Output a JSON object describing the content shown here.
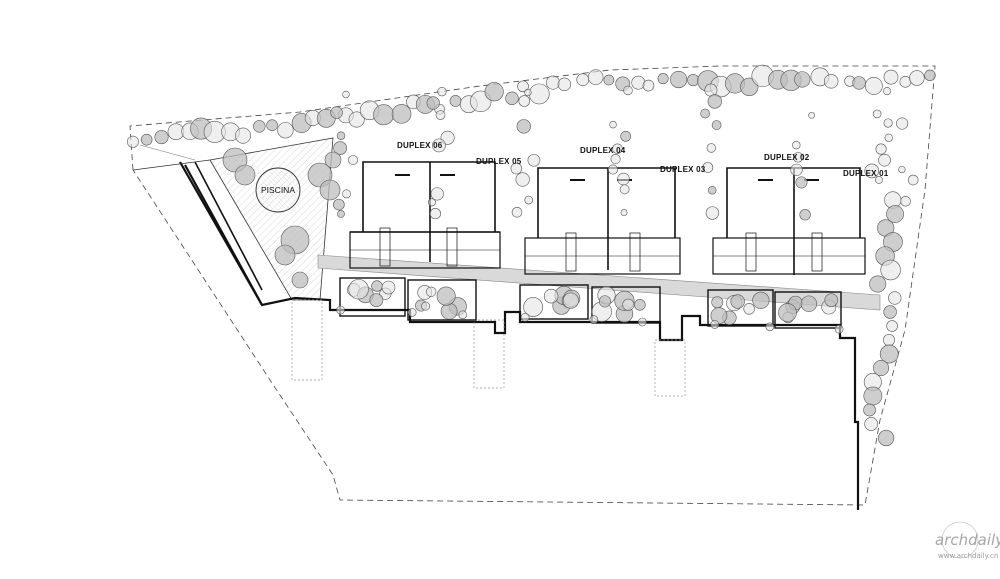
{
  "labels": {
    "pool": "PISCINA",
    "duplexes": [
      "DUPLEX 06",
      "DUPLEX 05",
      "DUPLEX 04",
      "DUPLEX 03",
      "DUPLEX 02",
      "DUPLEX 01"
    ]
  },
  "watermark": {
    "brand": "archdaily",
    "url": "www.archdaily.cn"
  },
  "colors": {
    "line": "#111111",
    "tree_fill": "#e4e4e4",
    "tree_dark": "#bdbdbd",
    "path": "#d6d6d6"
  }
}
